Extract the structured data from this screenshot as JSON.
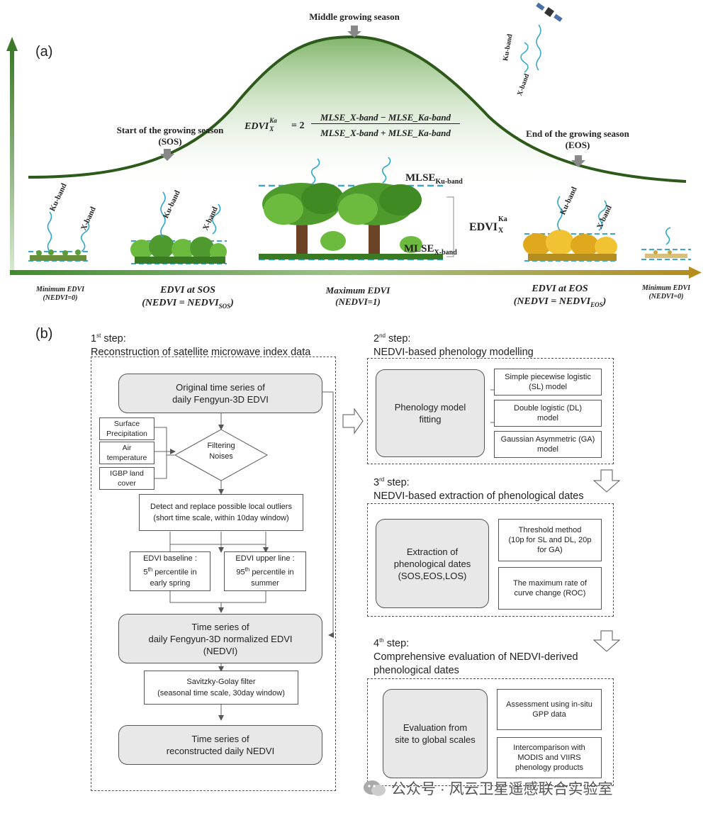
{
  "panel_a": {
    "label": "(a)",
    "middle_label": "Middle growing season",
    "sos_label": "Start of the growing season (SOS)",
    "eos_label": "End of the growing season (EOS)",
    "formula_lhs": "EDVI",
    "formula_sup": "Ka",
    "formula_sub": "X",
    "formula_coef": "= 2",
    "formula_num": "MLSE_X-band − MLSE_Ka-band",
    "formula_den": "MLSE_X-band + MLSE_Ka-band",
    "mlse_ku": "MLSE",
    "mlse_ku_sub": "Ku-band",
    "mlse_x": "MLSE",
    "mlse_x_sub": "X-band",
    "edvi_side": "EDVI",
    "edvi_side_sup": "Ka",
    "edvi_side_sub": "X",
    "ku_band": "Ku-band",
    "x_band": "X-band",
    "bottom": [
      {
        "line1": "Minimum EDVI",
        "line2": "(NEDVI=0)"
      },
      {
        "line1": "EDVI at SOS",
        "line2": "(NEDVI = NEDVI",
        "line2_sub": "SOS",
        "line2_end": ")"
      },
      {
        "line1": "Maximum EDVI",
        "line2": "(NEDVI=1)"
      },
      {
        "line1": "EDVI at EOS",
        "line2": "(NEDVI = NEDVI",
        "line2_sub": "EOS",
        "line2_end": ")"
      },
      {
        "line1": "Minimum EDVI",
        "line2": "(NEDVI=0)"
      }
    ],
    "colors": {
      "curve_fill": "#5f9e3a",
      "curve_line": "#2d5a1b",
      "dash": "#3ba7c9",
      "axis_end": "#b58c1e"
    }
  },
  "panel_b": {
    "label": "(b)",
    "step1": {
      "ord": "1",
      "sup": "st",
      "suffix": " step:",
      "title": "Reconstruction  of satellite microwave index data"
    },
    "step2": {
      "ord": "2",
      "sup": "nd",
      "suffix": " step:",
      "title": "NEDVI-based phenology modelling"
    },
    "step3": {
      "ord": "3",
      "sup": "rd",
      "suffix": " step:",
      "title": "NEDVI-based extraction of phenological dates"
    },
    "step4": {
      "ord": "4",
      "sup": "th",
      "suffix": " step:",
      "title": "Comprehensive evaluation of NEDVI-derived",
      "title2": "phenological dates"
    },
    "orig_ts": {
      "l1": "Original time series of",
      "l2": "daily Fengyun-3D EDVI"
    },
    "precip": {
      "l1": "Surface",
      "l2": "Precipitation"
    },
    "airtemp": {
      "l1": "Air",
      "l2": "temperature"
    },
    "igbp": {
      "l1": "IGBP land",
      "l2": "cover"
    },
    "filter": {
      "l1": "Filtering",
      "l2": "Noises"
    },
    "detect": {
      "l1": "Detect and replace possible local outliers",
      "l2": "(short time scale, within 10day window)"
    },
    "baseline": {
      "l1": "EDVI baseline :",
      "n": "5",
      "sup": "th",
      "l2": " percentile in",
      "l3": "early spring"
    },
    "upper": {
      "l1": "EDVI upper line :",
      "n": "95",
      "sup": "th",
      "l2": " percentile in",
      "l3": "summer"
    },
    "norm_ts": {
      "l1": "Time series of",
      "l2": "daily Fengyun-3D normalized EDVI",
      "l3": "(NEDVI)"
    },
    "sg": {
      "l1": "Savitzky-Golay filter",
      "l2": "(seasonal time scale, 30day window)"
    },
    "recon_ts": {
      "l1": "Time series of",
      "l2": "reconstructed  daily NEDVI"
    },
    "pheno_fit": {
      "l1": "Phenology model",
      "l2": "fitting"
    },
    "sl": {
      "l1": "Simple piecewise logistic",
      "l2": "(SL) model"
    },
    "dl": {
      "l1": "Double logistic (DL)",
      "l2": "model"
    },
    "ga": {
      "l1": "Gaussian Asymmetric (GA)",
      "l2": "model"
    },
    "extract": {
      "l1": "Extraction of",
      "l2": "phenological dates",
      "l3": "(SOS,EOS,LOS)"
    },
    "threshold": {
      "l1": "Threshold method",
      "l2": "(10p for SL and DL, 20p",
      "l3": "for GA)"
    },
    "roc": {
      "l1": "The maximum rate of",
      "l2": "curve change (ROC)"
    },
    "eval": {
      "l1": "Evaluation from",
      "l2": "site to global scales"
    },
    "gpp": {
      "l1": "Assessment using in-situ",
      "l2": "GPP data"
    },
    "modis": {
      "l1": "Intercomparison with",
      "l2": "MODIS and VIIRS",
      "l3": "phenology products"
    }
  },
  "watermark": "公众号 · 风云卫星遥感联合实验室"
}
